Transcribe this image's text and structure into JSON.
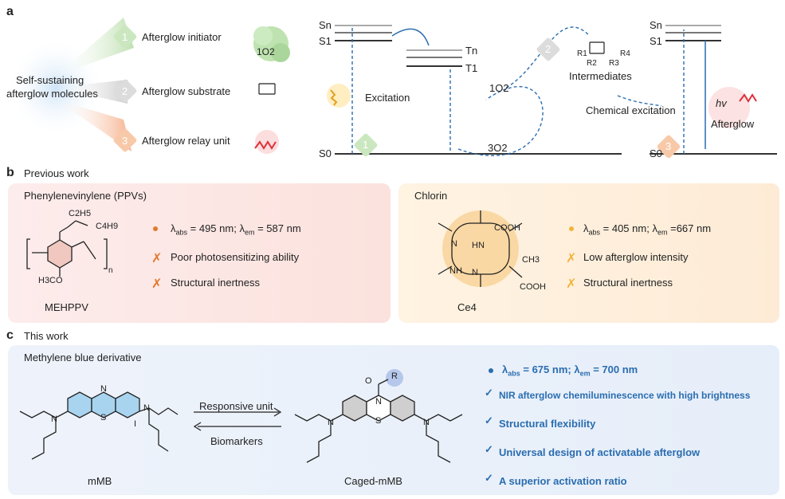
{
  "panel_a": {
    "letter": "a",
    "center_label_1": "Self-sustaining",
    "center_label_2": "afterglow molecules",
    "rays": [
      {
        "num": "1",
        "label": "Afterglow initiator"
      },
      {
        "num": "2",
        "label": "Afterglow substrate"
      },
      {
        "num": "3",
        "label": "Afterglow relay unit"
      }
    ],
    "o2_singlet": "1O2",
    "jablonski": {
      "sn": "Sn",
      "s1": "S1",
      "s0": "S0",
      "tn": "Tn",
      "t1": "T1",
      "excitation": "Excitation",
      "o2_1": "1O2",
      "o2_3": "3O2",
      "intermediates": "Intermediates",
      "chem_excitation": "Chemical excitation",
      "hv": "hv",
      "afterglow": "Afterglow",
      "r1": "R1",
      "r2": "R2",
      "r3": "R3",
      "r4": "R4"
    }
  },
  "panel_b": {
    "letter": "b",
    "title": "Previous work",
    "left": {
      "heading": "Phenylenevinylene (PPVs)",
      "name": "MEHPPV",
      "lambda_line": {
        "abs": "495 nm",
        "em": "587 nm"
      },
      "items": [
        "Poor photosensitizing ability",
        "Structural inertness"
      ],
      "substituents": {
        "c2h5": "C2H5",
        "c4h9": "C4H9",
        "h3co": "H3CO",
        "n": "n"
      }
    },
    "right": {
      "heading": "Chlorin",
      "name": "Ce4",
      "lambda_line": {
        "abs": "405 nm",
        "em": "667 nm"
      },
      "items": [
        "Low afterglow intensity",
        "Structural inertness"
      ],
      "groups": {
        "cooh1": "COOH",
        "cooh2": "COOH",
        "ch3": "CH3",
        "hn": "HN",
        "nh": "NH",
        "n1": "N",
        "n2": "N"
      }
    }
  },
  "panel_c": {
    "letter": "c",
    "title": "This work",
    "heading": "Methylene blue derivative",
    "left_name": "mMB",
    "right_name": "Caged-mMB",
    "arrow_top": "Responsive unit",
    "arrow_bottom": "Biomarkers",
    "atoms": {
      "n": "N",
      "s": "S",
      "iodide": "I",
      "r": "R",
      "o": "O"
    },
    "lambda_line": {
      "abs": "675 nm",
      "em": "700 nm"
    },
    "features": [
      "NIR afterglow chemiluminescence with high brightness",
      "Structural flexibility",
      "Universal design of activatable afterglow",
      "A superior activation ratio"
    ]
  },
  "colors": {
    "accent_blue": "#2a6db0",
    "orange": "#e07a2e",
    "gold": "#f0b43a",
    "green": "#8cc68a"
  }
}
